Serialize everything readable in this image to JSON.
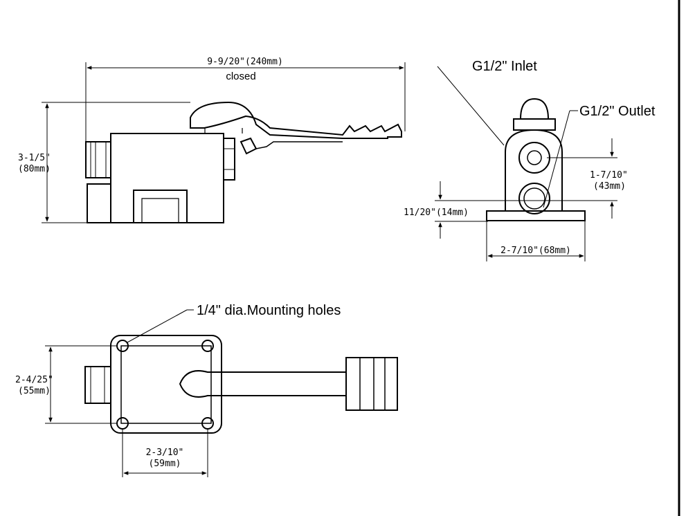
{
  "side_view": {
    "overall_length": "9-9/20\"(240mm)",
    "closed_note": "closed",
    "height_in": "3-1/5\"",
    "height_mm": "(80mm)"
  },
  "end_view": {
    "inlet": "G1/2\" Inlet",
    "outlet": "G1/2\" Outlet",
    "port_spacing_in": "1-7/10\"",
    "port_spacing_mm": "(43mm)",
    "base_offset": "11/20\"(14mm)",
    "base_width": "2-7/10\"(68mm)"
  },
  "top_view": {
    "holes_note": "1/4\" dia.Mounting holes",
    "hole_spacing_y_in": "2-4/25\"",
    "hole_spacing_y_mm": "(55mm)",
    "hole_spacing_x_in": "2-3/10\"",
    "hole_spacing_x_mm": "(59mm)"
  }
}
